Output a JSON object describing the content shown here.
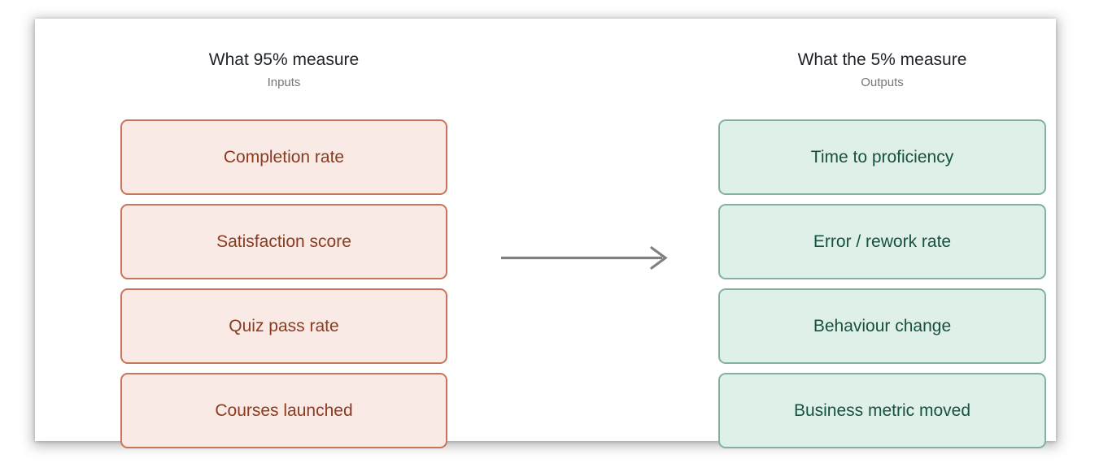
{
  "diagram": {
    "columns": [
      {
        "id": "inputs",
        "title": "What 95% measure",
        "subtitle": "Inputs",
        "items": [
          {
            "label": "Completion rate"
          },
          {
            "label": "Satisfaction score"
          },
          {
            "label": "Quiz pass rate"
          },
          {
            "label": "Courses launched"
          }
        ]
      },
      {
        "id": "outputs",
        "title": "What the 5% measure",
        "subtitle": "Outputs",
        "items": [
          {
            "label": "Time to proficiency"
          },
          {
            "label": "Error / rework rate"
          },
          {
            "label": "Behaviour change"
          },
          {
            "label": "Business metric moved"
          }
        ]
      }
    ],
    "connector": {
      "icon": "arrow-right-icon",
      "direction": "left-to-right",
      "color": "#808080"
    },
    "colors": {
      "input_fill": "#faeae5",
      "input_border": "#c8755a",
      "input_text": "#8c3a1e",
      "output_fill": "#dff0e8",
      "output_border": "#7fb3a0",
      "output_text": "#17513f",
      "title_text": "#20242a",
      "subtitle_text": "#767676",
      "card_background": "#ffffff",
      "page_background": "#ffffff"
    }
  }
}
